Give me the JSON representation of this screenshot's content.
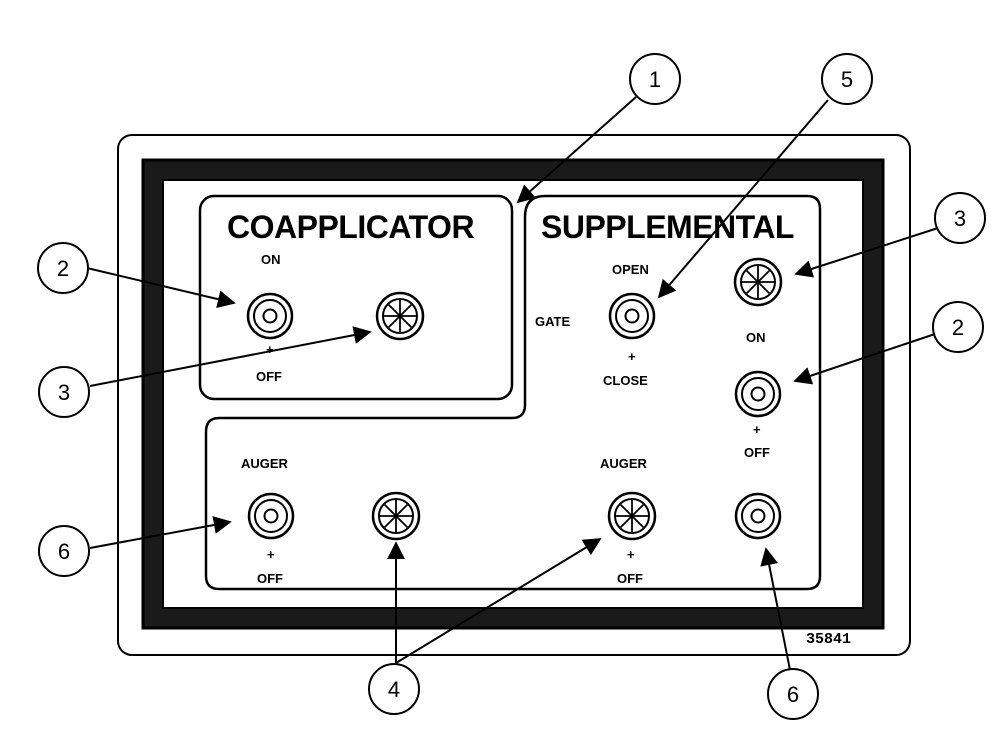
{
  "panel": {
    "coapplicator_title": "COAPPLICATOR",
    "supplemental_title": "SUPPLEMENTAL",
    "coap_on": "ON",
    "coap_plus": "+",
    "coap_off": "OFF",
    "gate_label": "GATE",
    "gate_open": "OPEN",
    "gate_plus": "+",
    "gate_close": "CLOSE",
    "supp_on": "ON",
    "supp_plus": "+",
    "supp_off": "OFF",
    "auger_left": "AUGER",
    "auger_left_plus": "+",
    "auger_left_off": "OFF",
    "auger_right": "AUGER",
    "auger_right_plus": "+",
    "auger_right_off": "OFF",
    "part_number": "35841"
  },
  "callouts": {
    "c1": "1",
    "c2_left": "2",
    "c3_left": "3",
    "c5": "5",
    "c3_right": "3",
    "c2_right": "2",
    "c6_left": "6",
    "c4": "4",
    "c6_right": "6"
  },
  "icons": {
    "switch": "toggle-switch-icon",
    "indicator": "indicator-light-icon"
  },
  "colors": {
    "ink": "#000000",
    "frame": "#1a1a1a",
    "background": "#ffffff"
  }
}
